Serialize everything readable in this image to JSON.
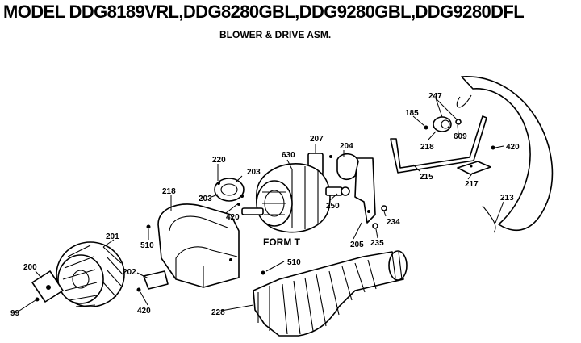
{
  "header": {
    "title": "MODEL DDG8189VRL,DDG8280GBL,DDG9280GBL,DDG9280DFL",
    "subtitle": "BLOWER & DRIVE ASM."
  },
  "diagram": {
    "form_label": "FORM T",
    "callouts": {
      "p99": "99",
      "p200": "200",
      "p201": "201",
      "p202": "202",
      "p203a": "203",
      "p203b": "203",
      "p204": "204",
      "p205": "205",
      "p207": "207",
      "p213": "213",
      "p215": "215",
      "p217": "217",
      "p218a": "218",
      "p218b": "218",
      "p220": "220",
      "p228": "228",
      "p234": "234",
      "p235": "235",
      "p247": "247",
      "p250": "250",
      "p420a": "420",
      "p420b": "420",
      "p420c": "420",
      "p510a": "510",
      "p510b": "510",
      "p609": "609",
      "p630": "630",
      "p185": "185"
    }
  }
}
